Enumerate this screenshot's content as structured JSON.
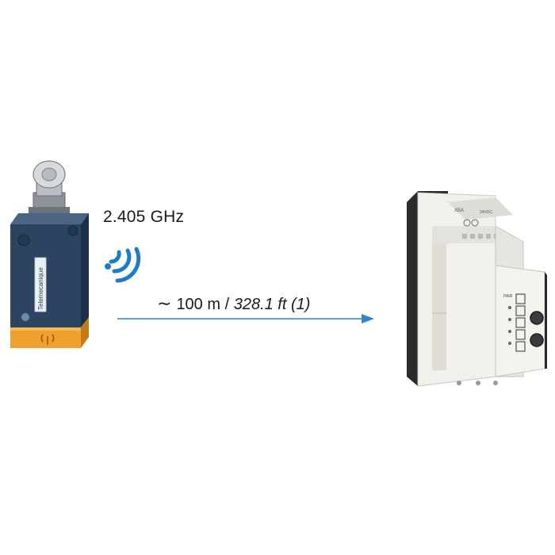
{
  "frequency_label": "2.405 GHz",
  "distance": {
    "approx_symbol": "∼",
    "metric": "100 m /",
    "imperial": "328.1 ft (1)"
  },
  "sensor": {
    "brand_text": "Telemecanique"
  },
  "colors": {
    "sensor_body": "#2d4461",
    "sensor_base": "#f0a02c",
    "signal": "#1f7bc8",
    "arrow": "#2a86c9",
    "receiver_body": "#ecebe6"
  },
  "icons": [
    "wireless-signal-icon",
    "antenna-icon",
    "arrow-right-icon"
  ]
}
